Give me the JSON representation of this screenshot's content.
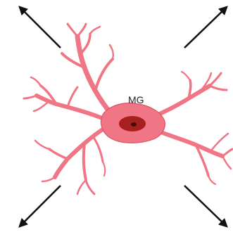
{
  "diagram": {
    "cell_label": "MG",
    "colors": {
      "cell_fill": "#f07585",
      "cell_edge": "#d95468",
      "nucleus": "#a62020",
      "nucleolus": "#4a0a0a",
      "arrow": "#111111"
    },
    "arrows": [
      {
        "name": "arrow-top-left",
        "direction": "up-left"
      },
      {
        "name": "arrow-top-right",
        "direction": "up-right"
      },
      {
        "name": "arrow-bottom-left",
        "direction": "down-left"
      },
      {
        "name": "arrow-bottom-right",
        "direction": "down-right"
      }
    ]
  }
}
